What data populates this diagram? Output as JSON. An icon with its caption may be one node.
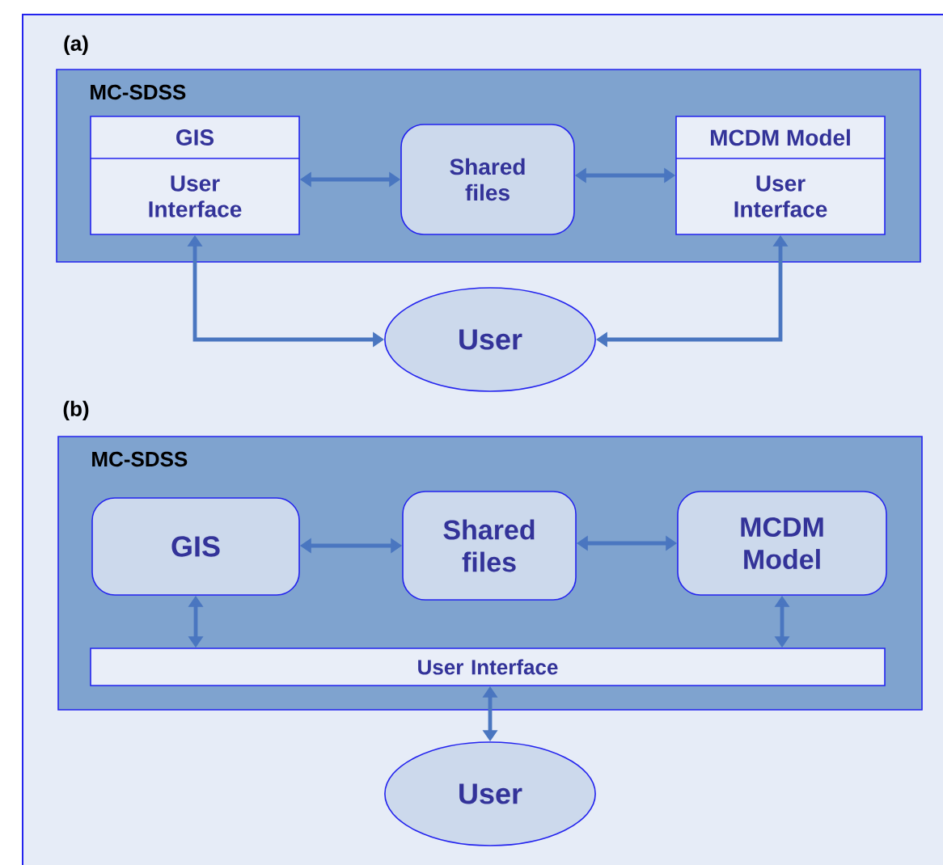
{
  "diagram": {
    "nodes": [
      {
        "text": [
          "MC-SDSS"
        ]
      },
      {
        "text": [
          "GIS",
          "User Interface"
        ],
        "in": 0
      },
      {
        "text": [
          "Shared files"
        ],
        "in": 0
      },
      {
        "text": [
          "MCDM Model",
          "User Interface"
        ],
        "in": 0
      },
      {
        "text": [
          "User"
        ]
      },
      {
        "text": [
          "MC-SDSS"
        ]
      },
      {
        "text": [
          "GIS"
        ],
        "in": 5
      },
      {
        "text": [
          "Shared files"
        ],
        "in": 5
      },
      {
        "text": [
          "MCDM Model"
        ],
        "in": 5
      },
      {
        "text": [
          "User Interface"
        ],
        "in": 5
      },
      {
        "text": [
          "User"
        ]
      }
    ],
    "edges": [
      {
        "from": 1,
        "to": 2,
        "arrow": "both"
      },
      {
        "from": 2,
        "to": 3,
        "arrow": "both"
      },
      {
        "from": 1,
        "to": 4,
        "arrow": "both"
      },
      {
        "from": 3,
        "to": 4,
        "arrow": "both"
      },
      {
        "from": 6,
        "to": 7,
        "arrow": "both"
      },
      {
        "from": 7,
        "to": 8,
        "arrow": "both"
      },
      {
        "from": 6,
        "to": 9,
        "arrow": "both"
      },
      {
        "from": 8,
        "to": 9,
        "arrow": "both"
      },
      {
        "from": 9,
        "to": 10,
        "arrow": "both"
      }
    ],
    "labels": [
      "(a)",
      "(b)"
    ]
  }
}
